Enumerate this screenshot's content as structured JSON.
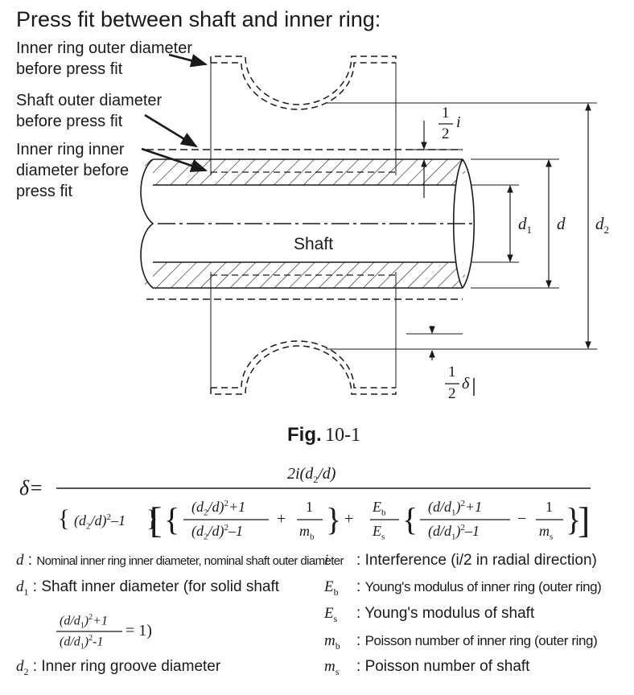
{
  "title": "Press fit between shaft and inner ring:",
  "labels": {
    "inner_ring_outer": [
      "Inner ring outer diameter",
      "before press fit"
    ],
    "shaft_outer": [
      "Shaft outer diameter",
      "before press fit"
    ],
    "inner_ring_inner": [
      "Inner ring inner",
      "diameter before",
      "press fit"
    ],
    "shaft": "Shaft",
    "d1": "d1",
    "d": "d",
    "d2": "d2",
    "half": "1",
    "two": "2",
    "i": "i",
    "delta": "δ"
  },
  "caption": {
    "fig": "Fig.",
    "num": "10-1"
  },
  "formula": {
    "lhs": "δ=",
    "numerator": "2i(d2/d)",
    "t_base": "(d2/d)2−1",
    "f1_num": "(d2/d)2+1",
    "f1_den": "(d2/d)2−1",
    "one": "1",
    "mb": "mb",
    "eb": "Eb",
    "es": "Es",
    "f2_num": "(d/d1)2+1",
    "f2_den": "(d/d1)2−1",
    "ms": "ms",
    "plus": "+",
    "minus": "−"
  },
  "legend": {
    "left": [
      {
        "sym": "d",
        "sep": " : ",
        "text": "Nominal inner ring inner diameter, nominal shaft outer diameter"
      },
      {
        "sym": "d1",
        "sep": " : ",
        "text": "Shaft inner diameter (for solid shaft"
      },
      {
        "sym": "d2",
        "sep": " : ",
        "text": "Inner ring groove diameter"
      }
    ],
    "solid_frac": {
      "num": "(d/d1)2+1",
      "den": "(d/d1)2-1",
      "tail": "= 1)"
    },
    "right": [
      {
        "sym": "i",
        "sep": ": ",
        "text": "Interference (i/2 in radial direction)"
      },
      {
        "sym": "Eb",
        "sep": ": ",
        "text": "Young's modulus of inner ring (outer ring)"
      },
      {
        "sym": "Es",
        "sep": ": ",
        "text": "Young's modulus of shaft"
      },
      {
        "sym": "mb",
        "sep": ": ",
        "text": "Poisson number of inner ring (outer ring)"
      },
      {
        "sym": "ms",
        "sep": ": ",
        "text": "Poisson number of shaft"
      }
    ]
  }
}
